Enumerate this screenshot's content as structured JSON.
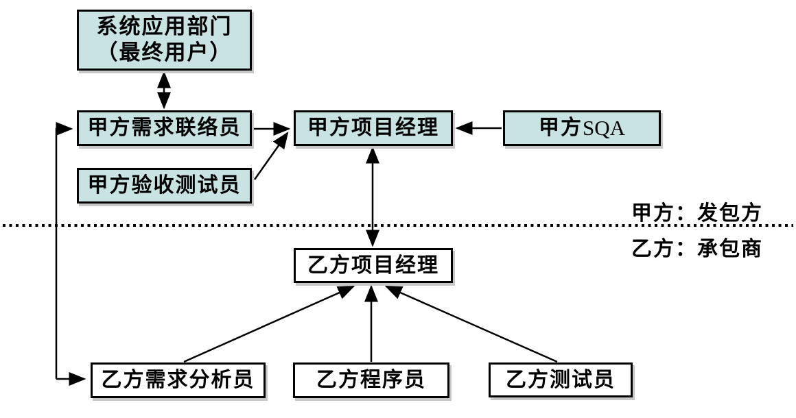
{
  "boxes": {
    "end_user": {
      "line1": "系统应用部门",
      "line2": "（最终用户）"
    },
    "party_a_liaison": {
      "label": "甲方需求联络员"
    },
    "party_a_pm": {
      "label": "甲方项目经理"
    },
    "party_a_sqa": {
      "label_cn": "甲方",
      "label_en": "SQA"
    },
    "party_a_acceptance_tester": {
      "label": "甲方验收测试员"
    },
    "party_b_pm": {
      "label": "乙方项目经理"
    },
    "party_b_analyst": {
      "label": "乙方需求分析员"
    },
    "party_b_programmer": {
      "label": "乙方程序员"
    },
    "party_b_tester": {
      "label": "乙方测试员"
    }
  },
  "divider": {
    "party_a_label": "甲方：发包方",
    "party_b_label": "乙方：承包商"
  },
  "colors": {
    "party_a_box_fill": "#c9e3e3",
    "party_b_box_fill": "#ffffff",
    "line": "#000000",
    "background": "#ffffff",
    "shadow": "#c8c8c8"
  }
}
